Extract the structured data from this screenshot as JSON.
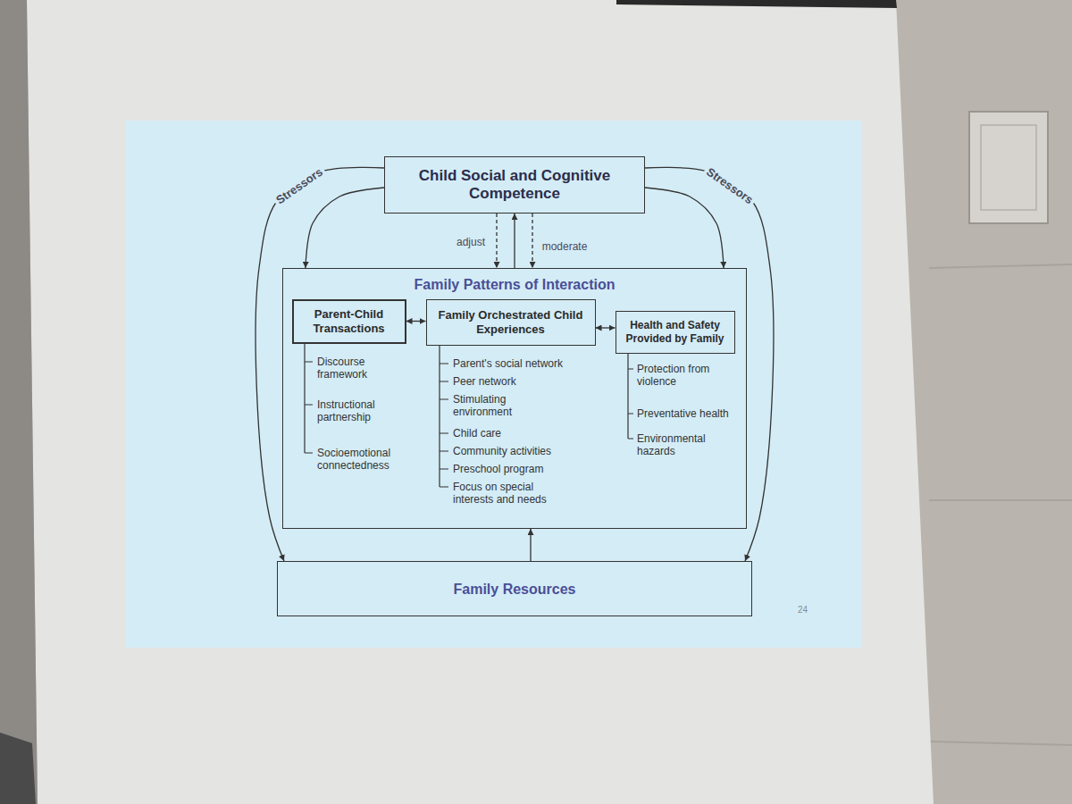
{
  "diagram": {
    "nodes": [
      {
        "text": [
          "Child Social and Cognitive Competence"
        ]
      },
      {
        "text": [
          "Family Patterns of Interaction"
        ]
      },
      {
        "text": [
          "Parent-Child Transactions"
        ],
        "in": 1
      },
      {
        "text": [
          "Family Orchestrated Child Experiences"
        ],
        "in": 1
      },
      {
        "text": [
          "Health and Safety Provided by Family"
        ],
        "in": 1
      },
      {
        "text": [
          "Family Resources"
        ]
      }
    ],
    "edges": [
      {
        "from": 2,
        "to": 3,
        "arrow": "both"
      },
      {
        "from": 3,
        "to": 4,
        "arrow": "both"
      },
      {
        "from": 0,
        "to": 1,
        "label": "adjust",
        "arrow": "to"
      },
      {
        "from": 1,
        "to": 0,
        "arrow": "to"
      },
      {
        "from": 0,
        "to": 1,
        "label": "moderate",
        "arrow": "to"
      },
      {
        "from": 0,
        "to": 5,
        "label": "Stressors",
        "arrow": "to"
      },
      {
        "from": 0,
        "to": 1,
        "arrow": "to"
      },
      {
        "from": 0,
        "to": 5,
        "label": "Stressors",
        "arrow": "to"
      },
      {
        "from": 0,
        "to": 1,
        "arrow": "to"
      },
      {
        "from": 5,
        "to": 1,
        "arrow": "to"
      }
    ],
    "labels": [
      "Discourse framework",
      "Instructional partnership",
      "Socioemotional connectedness",
      "Parent's social network",
      "Peer network",
      "Stimulating environment",
      "Child care",
      "Community activities",
      "Preschool program",
      "Focus on special interests and needs",
      "Protection from violence",
      "Preventative health",
      "Environmental hazards",
      "24"
    ]
  }
}
